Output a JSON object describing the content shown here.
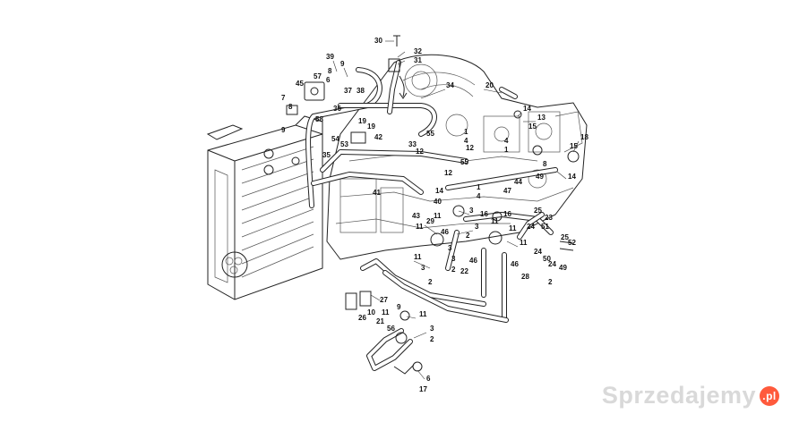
{
  "diagram": {
    "callouts": [
      {
        "id": "c1",
        "text": "30"
      },
      {
        "id": "c2",
        "text": "32"
      },
      {
        "id": "c3",
        "text": "31"
      },
      {
        "id": "c4",
        "text": "39"
      },
      {
        "id": "c5",
        "text": "9"
      },
      {
        "id": "c6",
        "text": "8"
      },
      {
        "id": "c7",
        "text": "57"
      },
      {
        "id": "c8",
        "text": "6"
      },
      {
        "id": "c9",
        "text": "45"
      },
      {
        "id": "c10",
        "text": "37"
      },
      {
        "id": "c11",
        "text": "38"
      },
      {
        "id": "c12",
        "text": "34"
      },
      {
        "id": "c13",
        "text": "20"
      },
      {
        "id": "c14",
        "text": "7"
      },
      {
        "id": "c15",
        "text": "8"
      },
      {
        "id": "c16",
        "text": "36"
      },
      {
        "id": "c17",
        "text": "58"
      },
      {
        "id": "c18",
        "text": "19"
      },
      {
        "id": "c19",
        "text": "19"
      },
      {
        "id": "c20",
        "text": "9"
      },
      {
        "id": "c21",
        "text": "54"
      },
      {
        "id": "c22",
        "text": "53"
      },
      {
        "id": "c23",
        "text": "42"
      },
      {
        "id": "c24",
        "text": "55"
      },
      {
        "id": "c25",
        "text": "1"
      },
      {
        "id": "c26",
        "text": "4"
      },
      {
        "id": "c27",
        "text": "33"
      },
      {
        "id": "c28",
        "text": "12"
      },
      {
        "id": "c29",
        "text": "12"
      },
      {
        "id": "c30",
        "text": "35"
      },
      {
        "id": "c31",
        "text": "55"
      },
      {
        "id": "c32",
        "text": "14"
      },
      {
        "id": "c33",
        "text": "13"
      },
      {
        "id": "c34",
        "text": "15"
      },
      {
        "id": "c35",
        "text": "18"
      },
      {
        "id": "c36",
        "text": "15"
      },
      {
        "id": "c37",
        "text": "4"
      },
      {
        "id": "c38",
        "text": "1"
      },
      {
        "id": "c39",
        "text": "8"
      },
      {
        "id": "c40",
        "text": "49"
      },
      {
        "id": "c41",
        "text": "14"
      },
      {
        "id": "c42",
        "text": "12"
      },
      {
        "id": "c43",
        "text": "44"
      },
      {
        "id": "c44",
        "text": "41"
      },
      {
        "id": "c45",
        "text": "14"
      },
      {
        "id": "c46",
        "text": "47"
      },
      {
        "id": "c47",
        "text": "1"
      },
      {
        "id": "c48",
        "text": "4"
      },
      {
        "id": "c49",
        "text": "40"
      },
      {
        "id": "c50",
        "text": "43"
      },
      {
        "id": "c51",
        "text": "3"
      },
      {
        "id": "c52",
        "text": "11"
      },
      {
        "id": "c53",
        "text": "16"
      },
      {
        "id": "c54",
        "text": "16"
      },
      {
        "id": "c55",
        "text": "25"
      },
      {
        "id": "c56",
        "text": "23"
      },
      {
        "id": "c57",
        "text": "29"
      },
      {
        "id": "c58",
        "text": "24"
      },
      {
        "id": "c59",
        "text": "51"
      },
      {
        "id": "c60",
        "text": "11"
      },
      {
        "id": "c61",
        "text": "46"
      },
      {
        "id": "c62",
        "text": "3"
      },
      {
        "id": "c63",
        "text": "11"
      },
      {
        "id": "c64",
        "text": "11"
      },
      {
        "id": "c65",
        "text": "2"
      },
      {
        "id": "c66",
        "text": "3"
      },
      {
        "id": "c67",
        "text": "25"
      },
      {
        "id": "c68",
        "text": "52"
      },
      {
        "id": "c69",
        "text": "11"
      },
      {
        "id": "c70",
        "text": "3"
      },
      {
        "id": "c71",
        "text": "2"
      },
      {
        "id": "c72",
        "text": "46"
      },
      {
        "id": "c73",
        "text": "46"
      },
      {
        "id": "c74",
        "text": "24"
      },
      {
        "id": "c75",
        "text": "50"
      },
      {
        "id": "c76",
        "text": "24"
      },
      {
        "id": "c77",
        "text": "49"
      },
      {
        "id": "c78",
        "text": "22"
      },
      {
        "id": "c79",
        "text": "11"
      },
      {
        "id": "c80",
        "text": "3"
      },
      {
        "id": "c81",
        "text": "2"
      },
      {
        "id": "c82",
        "text": "28"
      },
      {
        "id": "c83",
        "text": "2"
      },
      {
        "id": "c84",
        "text": "27"
      },
      {
        "id": "c85",
        "text": "26"
      },
      {
        "id": "c86",
        "text": "10"
      },
      {
        "id": "c87",
        "text": "11"
      },
      {
        "id": "c88",
        "text": "11"
      },
      {
        "id": "c89",
        "text": "21"
      },
      {
        "id": "c90",
        "text": "56"
      },
      {
        "id": "c91",
        "text": "3"
      },
      {
        "id": "c92",
        "text": "2"
      },
      {
        "id": "c93",
        "text": "6"
      },
      {
        "id": "c94",
        "text": "17"
      },
      {
        "id": "c95",
        "text": "9"
      }
    ]
  },
  "watermark": {
    "brand": "Sprzedajemy",
    "tld": ".pl",
    "color": "#d9d9d9",
    "badge_color": "#ff5a3c"
  }
}
